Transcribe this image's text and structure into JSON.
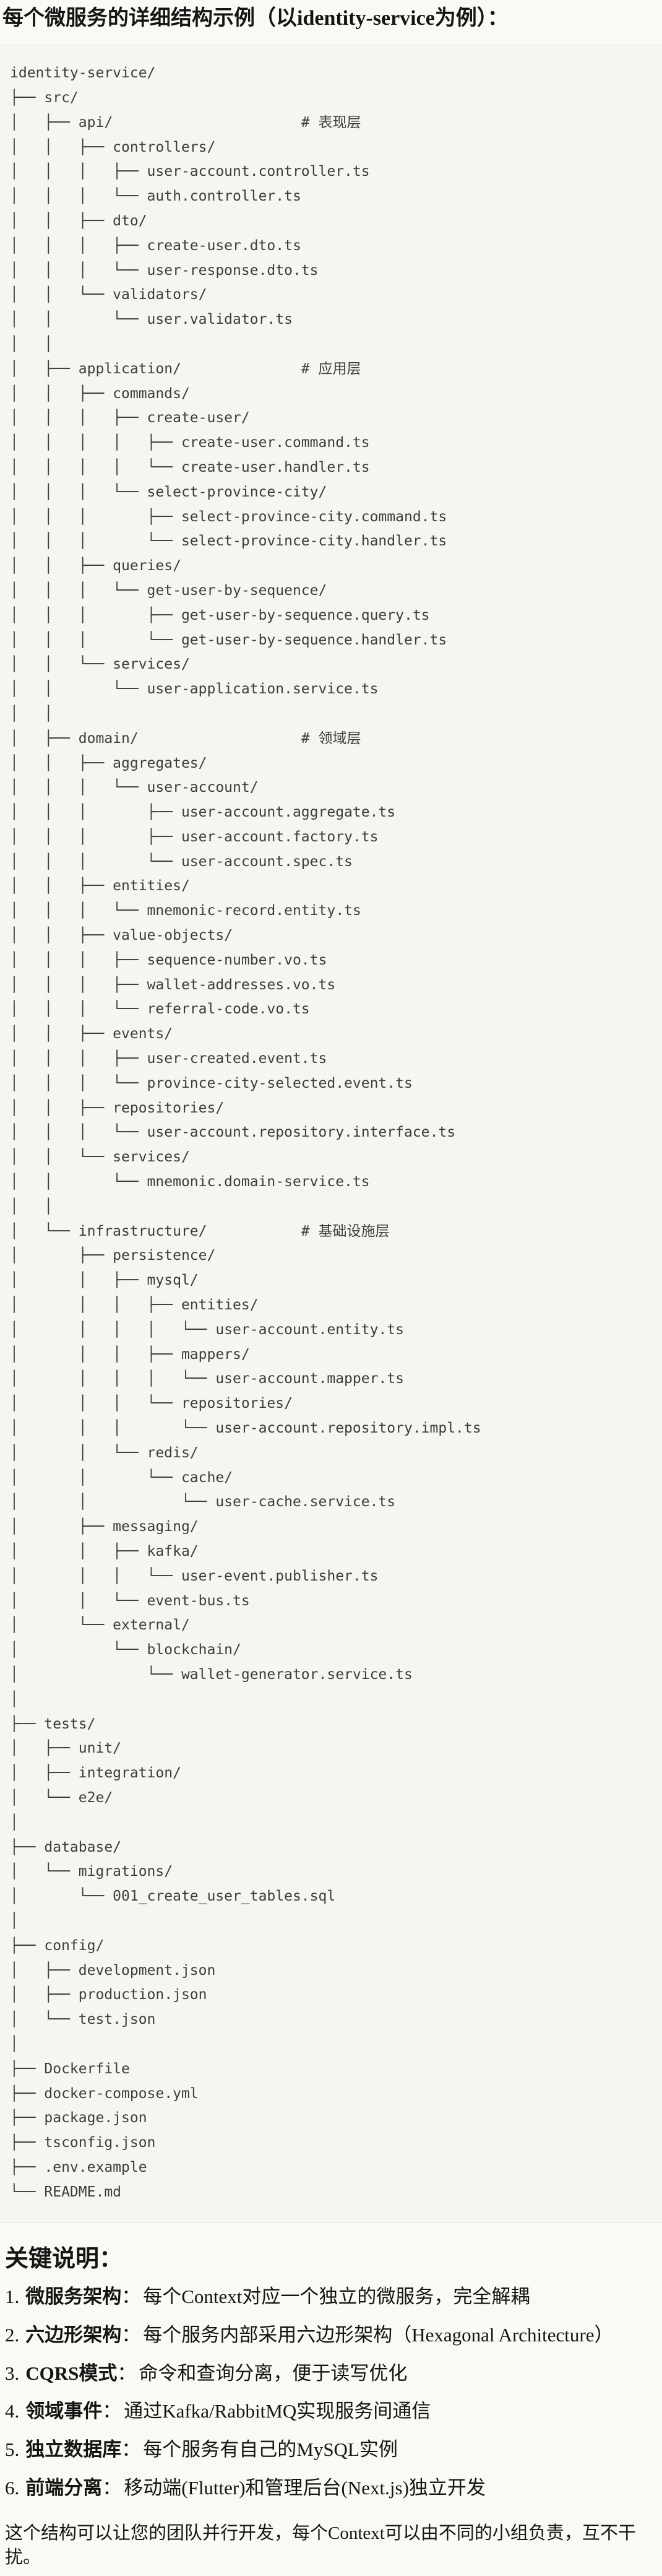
{
  "title": "每个微服务的详细结构示例（以identity-service为例）：",
  "tree": {
    "lines": [
      "identity-service/",
      "├── src/",
      "│   ├── api/                      # 表现层",
      "│   │   ├── controllers/",
      "│   │   │   ├── user-account.controller.ts",
      "│   │   │   └── auth.controller.ts",
      "│   │   ├── dto/",
      "│   │   │   ├── create-user.dto.ts",
      "│   │   │   └── user-response.dto.ts",
      "│   │   └── validators/",
      "│   │       └── user.validator.ts",
      "│   │",
      "│   ├── application/              # 应用层",
      "│   │   ├── commands/",
      "│   │   │   ├── create-user/",
      "│   │   │   │   ├── create-user.command.ts",
      "│   │   │   │   └── create-user.handler.ts",
      "│   │   │   └── select-province-city/",
      "│   │   │       ├── select-province-city.command.ts",
      "│   │   │       └── select-province-city.handler.ts",
      "│   │   ├── queries/",
      "│   │   │   └── get-user-by-sequence/",
      "│   │   │       ├── get-user-by-sequence.query.ts",
      "│   │   │       └── get-user-by-sequence.handler.ts",
      "│   │   └── services/",
      "│   │       └── user-application.service.ts",
      "│   │",
      "│   ├── domain/                   # 领域层",
      "│   │   ├── aggregates/",
      "│   │   │   └── user-account/",
      "│   │   │       ├── user-account.aggregate.ts",
      "│   │   │       ├── user-account.factory.ts",
      "│   │   │       └── user-account.spec.ts",
      "│   │   ├── entities/",
      "│   │   │   └── mnemonic-record.entity.ts",
      "│   │   ├── value-objects/",
      "│   │   │   ├── sequence-number.vo.ts",
      "│   │   │   ├── wallet-addresses.vo.ts",
      "│   │   │   └── referral-code.vo.ts",
      "│   │   ├── events/",
      "│   │   │   ├── user-created.event.ts",
      "│   │   │   └── province-city-selected.event.ts",
      "│   │   ├── repositories/",
      "│   │   │   └── user-account.repository.interface.ts",
      "│   │   └── services/",
      "│   │       └── mnemonic.domain-service.ts",
      "│   │",
      "│   └── infrastructure/           # 基础设施层",
      "│       ├── persistence/",
      "│       │   ├── mysql/",
      "│       │   │   ├── entities/",
      "│       │   │   │   └── user-account.entity.ts",
      "│       │   │   ├── mappers/",
      "│       │   │   │   └── user-account.mapper.ts",
      "│       │   │   └── repositories/",
      "│       │   │       └── user-account.repository.impl.ts",
      "│       │   └── redis/",
      "│       │       └── cache/",
      "│       │           └── user-cache.service.ts",
      "│       ├── messaging/",
      "│       │   ├── kafka/",
      "│       │   │   └── user-event.publisher.ts",
      "│       │   └── event-bus.ts",
      "│       └── external/",
      "│           └── blockchain/",
      "│               └── wallet-generator.service.ts",
      "│",
      "├── tests/",
      "│   ├── unit/",
      "│   ├── integration/",
      "│   └── e2e/",
      "│",
      "├── database/",
      "│   └── migrations/",
      "│       └── 001_create_user_tables.sql",
      "│",
      "├── config/",
      "│   ├── development.json",
      "│   ├── production.json",
      "│   └── test.json",
      "│",
      "├── Dockerfile",
      "├── docker-compose.yml",
      "├── package.json",
      "├── tsconfig.json",
      "├── .env.example",
      "└── README.md"
    ]
  },
  "notes": {
    "heading": "关键说明：",
    "colon": "：",
    "items": [
      {
        "num": "1.",
        "label": "微服务架构",
        "text": "每个Context对应一个独立的微服务，完全解耦"
      },
      {
        "num": "2.",
        "label": "六边形架构",
        "text": "每个服务内部采用六边形架构（Hexagonal Architecture）"
      },
      {
        "num": "3.",
        "label": "CQRS模式",
        "text": "命令和查询分离，便于读写优化"
      },
      {
        "num": "4.",
        "label": "领域事件",
        "text": "通过Kafka/RabbitMQ实现服务间通信"
      },
      {
        "num": "5.",
        "label": "独立数据库",
        "text": "每个服务有自己的MySQL实例"
      },
      {
        "num": "6.",
        "label": "前端分离",
        "text": "移动端(Flutter)和管理后台(Next.js)独立开发"
      }
    ],
    "footer": "这个结构可以让您的团队并行开发，每个Context可以由不同的小组负责，互不干扰。"
  },
  "colors": {
    "page_bg": "#FAF9F5",
    "code_bg": "#F6F5EF",
    "border": "#E3E1D9",
    "code_text": "#3E3D39",
    "text": "#141413"
  }
}
